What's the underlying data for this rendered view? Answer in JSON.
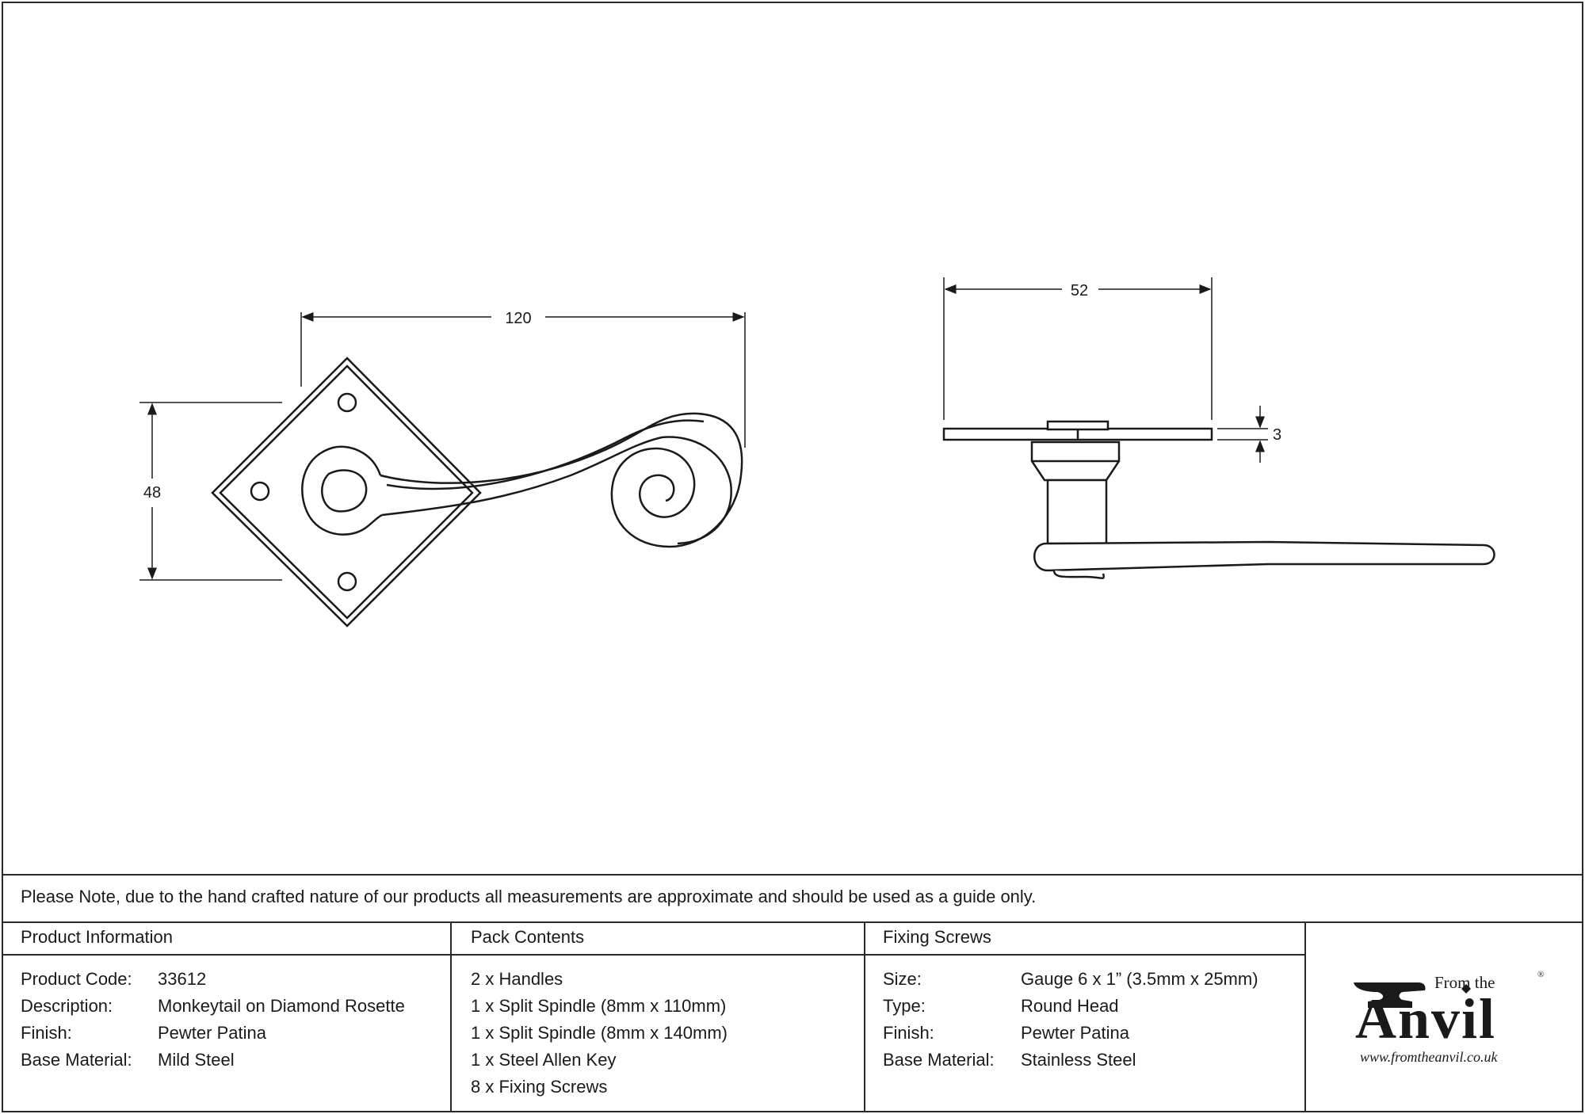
{
  "dimensions": {
    "front_width": "120",
    "front_height": "48",
    "side_width": "52",
    "side_thickness": "3"
  },
  "note": "Please Note, due to the hand crafted nature of our products all measurements are approximate and should be used as a guide only.",
  "product_info": {
    "header": "Product Information",
    "rows": [
      {
        "label": "Product Code:",
        "value": "33612"
      },
      {
        "label": "Description:",
        "value": "Monkeytail on Diamond Rosette"
      },
      {
        "label": "Finish:",
        "value": "Pewter Patina"
      },
      {
        "label": "Base Material:",
        "value": "Mild Steel"
      }
    ]
  },
  "pack_contents": {
    "header": "Pack Contents",
    "items": [
      "2 x Handles",
      "1 x Split Spindle (8mm x 110mm)",
      "1 x Split Spindle (8mm x 140mm)",
      "1 x Steel Allen Key",
      "8 x Fixing Screws"
    ]
  },
  "fixing_screws": {
    "header": "Fixing Screws",
    "rows": [
      {
        "label": "Size:",
        "value": "Gauge 6 x 1” (3.5mm x 25mm)"
      },
      {
        "label": "Type:",
        "value": "Round Head"
      },
      {
        "label": "Finish:",
        "value": "Pewter Patina"
      },
      {
        "label": "Base Material:",
        "value": "Stainless Steel"
      }
    ]
  },
  "logo": {
    "from_the": "From the",
    "brand": "Anvil",
    "registered": "®",
    "url": "www.fromtheanvil.co.uk"
  }
}
